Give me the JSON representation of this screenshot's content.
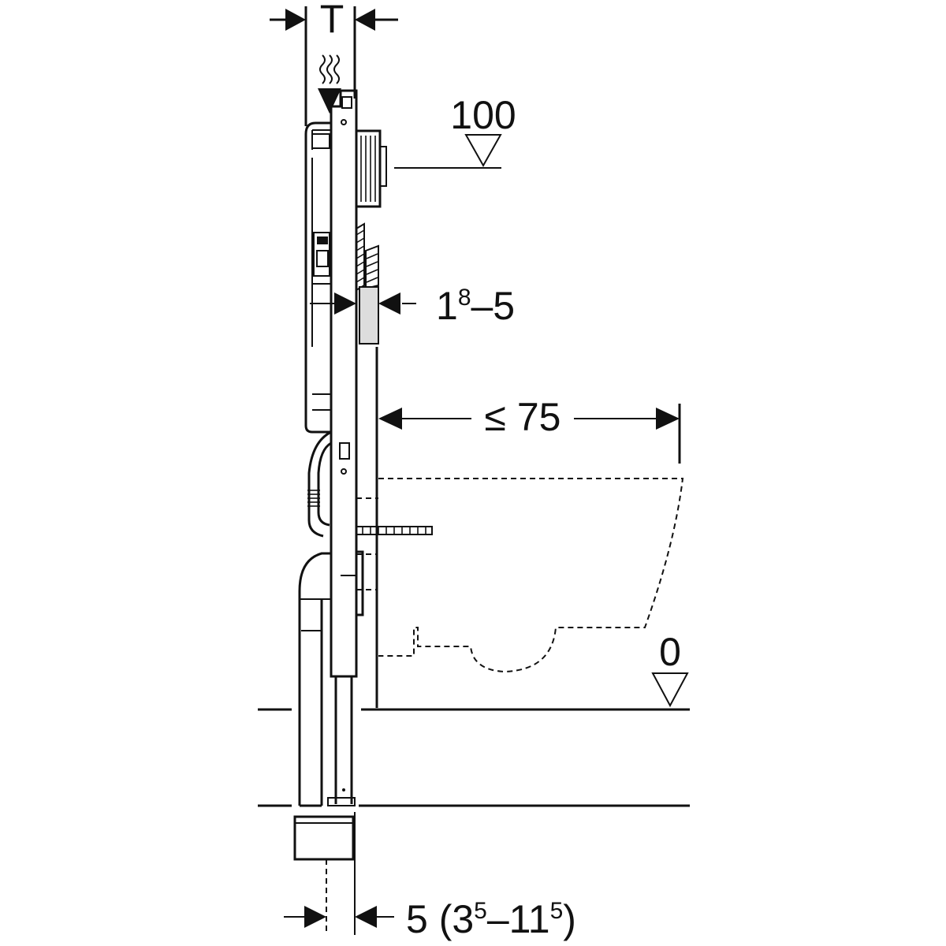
{
  "diagram": {
    "dim_top": {
      "label": "T"
    },
    "level_upper": {
      "label": "100"
    },
    "dim_wall": {
      "main": "1",
      "sup": "8",
      "tail": "–5"
    },
    "dim_projection": {
      "label": "≤ 75"
    },
    "level_floor": {
      "label": "0"
    },
    "dim_bottom": {
      "main": "5 (3",
      "sup1": "5",
      "mid": "–11",
      "sup2": "5",
      "tail": ")"
    }
  },
  "colors": {
    "ink": "#111111",
    "background": "#ffffff",
    "panel_fill": "#dddddd"
  }
}
